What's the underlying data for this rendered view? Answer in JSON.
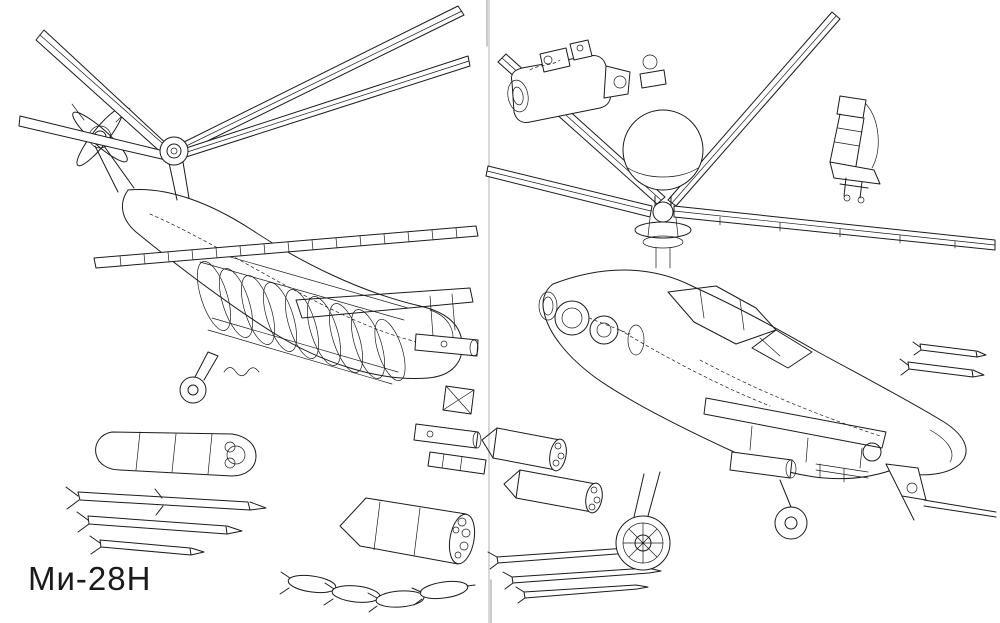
{
  "page": {
    "label": "Ми-28Н",
    "background_color": "#ffffff",
    "ink_color": "#1b1b1b",
    "fold_color": "#d8d8d8"
  },
  "diagram": {
    "type": "technical-cutaway-line-drawing",
    "subject": "attack helicopter cutaway, two-page book spread",
    "views": [
      {
        "id": "left",
        "description": "rear-left aerial cutaway view with tail rotor, main rotor blades and internal frames"
      },
      {
        "id": "right",
        "description": "front-right cutaway view with mast-mounted radome ball, cockpit, landing gear and chin gun"
      }
    ],
    "detached_components": [
      "turboshaft-engine",
      "crew-seat",
      "external-fuel-tank",
      "guided-missiles",
      "rocket-pod",
      "gun-pod-and-ammo-box",
      "rocket-pods",
      "unguided-rockets",
      "bombs",
      "wing-missiles"
    ]
  }
}
